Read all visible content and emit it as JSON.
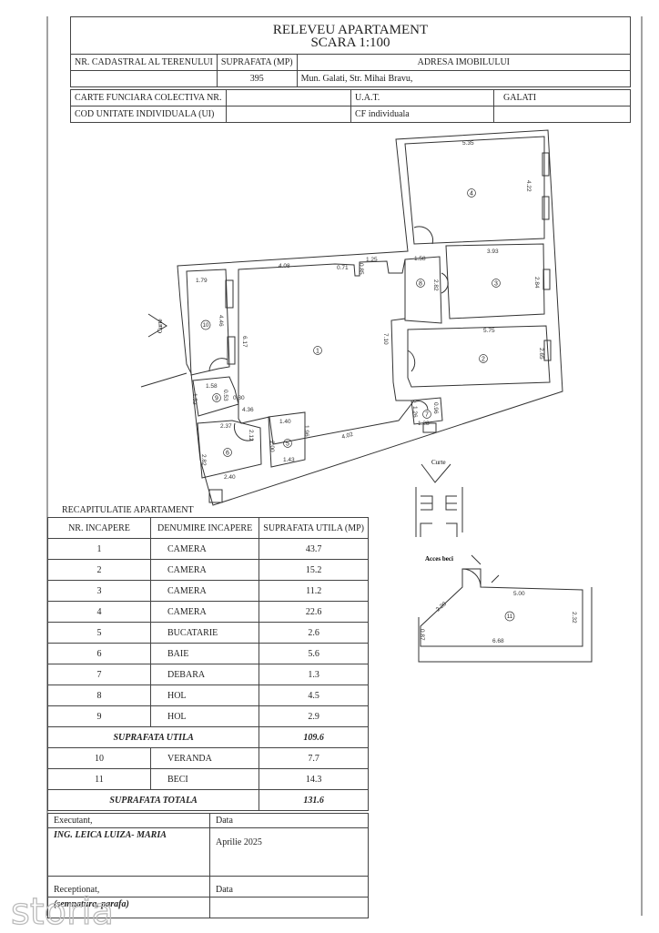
{
  "header": {
    "title_line1": "RELEVEU APARTAMENT",
    "title_line2": "SCARA 1:100",
    "col_cadastral": "NR. CADASTRAL AL TERENULUI",
    "col_suprafata": "SUPRAFATA (MP)",
    "col_adresa": "ADRESA IMOBILULUI",
    "val_cadastral": "",
    "val_suprafata": "395",
    "val_adresa": "Mun. Galati, Str. Mihai Bravu,",
    "carte_funciara_label": "CARTE FUNCIARA COLECTIVA NR.",
    "carte_funciara_value": "",
    "uat_label": "U.A.T.",
    "uat_value": "GALATI",
    "cod_ui_label": "COD UNITATE INDIVIDUALA (UI)",
    "cod_ui_value": "",
    "cf_label": "CF individuala",
    "cf_value": ""
  },
  "plan": {
    "curte_label": "Curte",
    "acces_beci": "Acces beci",
    "rooms": [
      "1",
      "2",
      "3",
      "4",
      "5",
      "6",
      "7",
      "8",
      "9",
      "10",
      "11"
    ],
    "dims": [
      "5.35",
      "4.22",
      "3.93",
      "2.84",
      "5.75",
      "2.65",
      "1.58",
      "2.82",
      "1.25",
      "0.85",
      "0.71",
      "4.08",
      "7.10",
      "1.79",
      "4.46",
      "6.17",
      "1.58",
      "0.53",
      "0.80",
      "1.52",
      "4.36",
      "2.37",
      "2.12",
      "2.82",
      "2.40",
      "1.40",
      "1.96",
      "2.00",
      "1.43",
      "4.02",
      "1.26",
      "0.96",
      "1.28"
    ],
    "basement_dims": [
      "5.00",
      "2.32",
      "6.68",
      "0.87",
      "2.20"
    ]
  },
  "recap": {
    "title": "RECAPITULATIE APARTAMENT",
    "headers": [
      "NR. INCAPERE",
      "DENUMIRE INCAPERE",
      "SUPRAFATA UTILA (MP)"
    ],
    "rows": [
      [
        "1",
        "CAMERA",
        "43.7"
      ],
      [
        "2",
        "CAMERA",
        "15.2"
      ],
      [
        "3",
        "CAMERA",
        "11.2"
      ],
      [
        "4",
        "CAMERA",
        "22.6"
      ],
      [
        "5",
        "BUCATARIE",
        "2.6"
      ],
      [
        "6",
        "BAIE",
        "5.6"
      ],
      [
        "7",
        "DEBARA",
        "1.3"
      ],
      [
        "8",
        "HOL",
        "4.5"
      ],
      [
        "9",
        "HOL",
        "2.9"
      ]
    ],
    "utila_label": "SUPRAFATA UTILA",
    "utila_value": "109.6",
    "extra_rows": [
      [
        "10",
        "VERANDA",
        "7.7"
      ],
      [
        "11",
        "BECI",
        "14.3"
      ]
    ],
    "totala_label": "SUPRAFATA TOTALA",
    "totala_value": "131.6"
  },
  "footer": {
    "executant_label": "Executant,",
    "executant_name": "ING. LEICA LUIZA- MARIA",
    "data_label": "Data",
    "data_value": "Aprilie 2025",
    "receptionat_label": "Receptionat,",
    "receptionat_note": "(semnatura, parafa)",
    "data2_label": "Data"
  },
  "watermark": "storia"
}
